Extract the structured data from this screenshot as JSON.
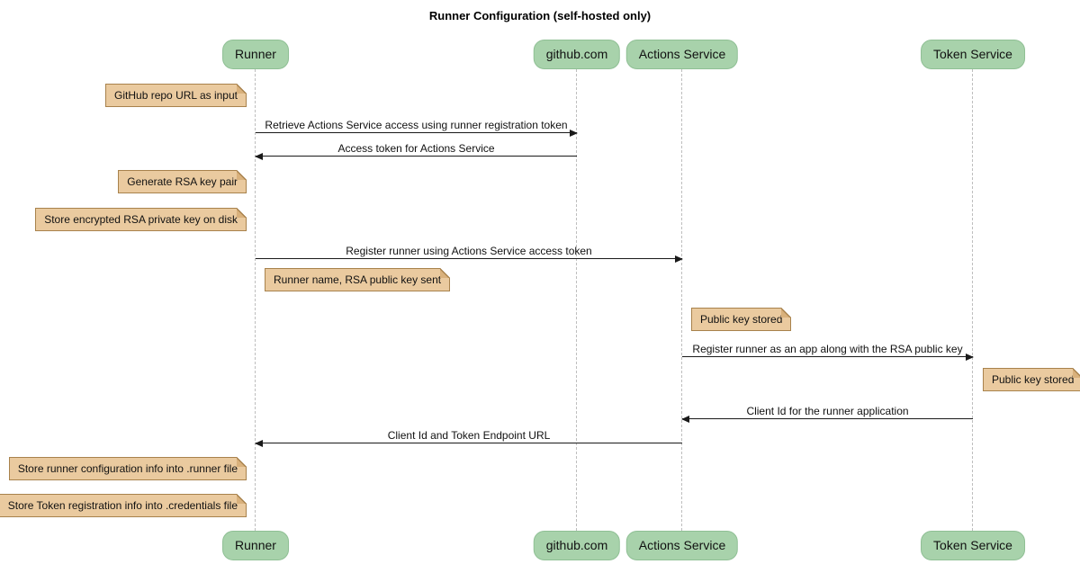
{
  "title": "Runner Configuration (self-hosted only)",
  "participants": [
    {
      "label": "Runner"
    },
    {
      "label": "github.com"
    },
    {
      "label": "Actions Service"
    },
    {
      "label": "Token Service"
    }
  ],
  "notes": [
    {
      "text": "GitHub repo URL as input",
      "side": "left of Runner"
    },
    {
      "text": "Generate RSA key pair",
      "side": "left of Runner"
    },
    {
      "text": "Store encrypted RSA private key on disk",
      "side": "left of Runner"
    },
    {
      "text": "Runner name, RSA public key sent",
      "side": "right of Runner"
    },
    {
      "text": "Public key stored",
      "side": "right of Actions Service"
    },
    {
      "text": "Public key stored",
      "side": "right of Token Service"
    },
    {
      "text": "Store runner configuration info into .runner file",
      "side": "left of Runner"
    },
    {
      "text": "Store Token registration info into .credentials file",
      "side": "left of Runner"
    }
  ],
  "messages": [
    {
      "label": "Retrieve Actions Service access using runner registration token",
      "from": "Runner",
      "to": "github.com"
    },
    {
      "label": "Access token for Actions Service",
      "from": "github.com",
      "to": "Runner"
    },
    {
      "label": "Register runner using Actions Service access token",
      "from": "Runner",
      "to": "Actions Service"
    },
    {
      "label": "Register runner as an app along with the RSA public key",
      "from": "Actions Service",
      "to": "Token Service"
    },
    {
      "label": "Client Id for the runner application",
      "from": "Token Service",
      "to": "Actions Service"
    },
    {
      "label": "Client Id and Token Endpoint URL",
      "from": "Actions Service",
      "to": "Runner"
    }
  ],
  "colors": {
    "participant_fill": "#A8D2AB",
    "participant_border": "#8FBF94",
    "note_fill": "#EACA9F",
    "note_border": "#A8824C",
    "note_fold": "#D9B17C",
    "lifeline": "#BEBEBE",
    "arrow": "#1A1A1A"
  }
}
